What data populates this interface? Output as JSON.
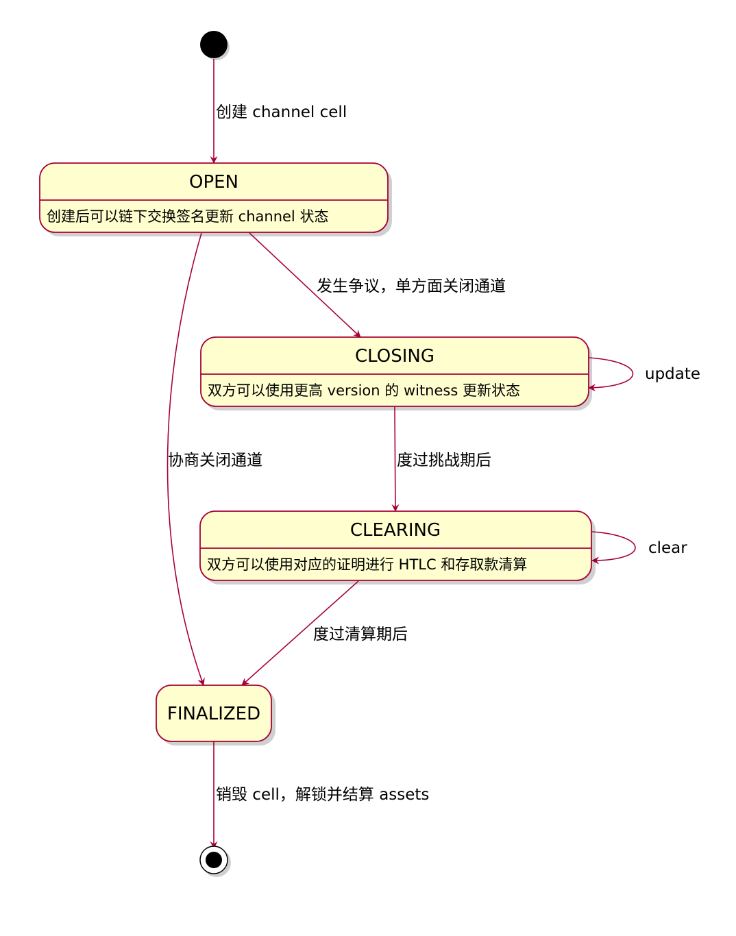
{
  "colors": {
    "state_fill": "#FEFECE",
    "border": "#A80036",
    "shadow": "#C8C8C8",
    "text": "#000000"
  },
  "states": {
    "open": {
      "title": "OPEN",
      "desc": "创建后可以链下交换签名更新 channel 状态"
    },
    "closing": {
      "title": "CLOSING",
      "desc": "双方可以使用更高 version 的 witness 更新状态"
    },
    "clearing": {
      "title": "CLEARING",
      "desc": "双方可以使用对应的证明进行 HTLC 和存取款清算"
    },
    "finalized": {
      "title": "FINALIZED"
    }
  },
  "transitions": {
    "start_to_open": "创建 channel cell",
    "open_to_closing": "发生争议，单方面关闭通道",
    "closing_self": "update",
    "closing_to_clearing": "度过挑战期后",
    "clearing_self": "clear",
    "open_to_finalized": "协商关闭通道",
    "clearing_to_finalized": "度过清算期后",
    "finalized_to_end": "销毁 cell，解锁并结算 assets"
  }
}
